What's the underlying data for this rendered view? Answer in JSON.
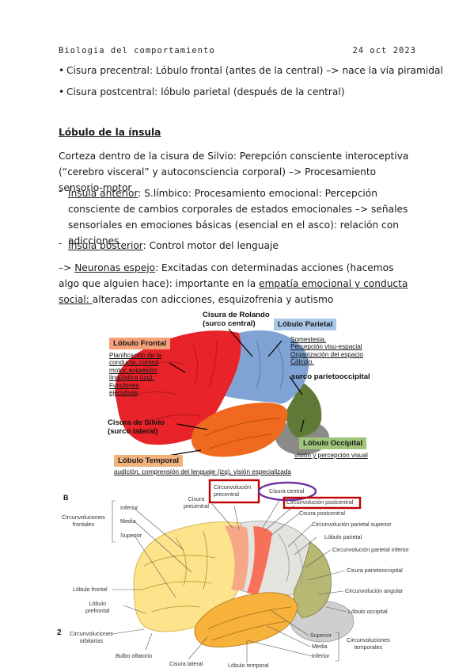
{
  "header": {
    "subject": "Biologia del comportamiento",
    "date": "24 oct 2023"
  },
  "bullets": [
    "Cisura precentral: Lóbulo frontal (antes de la central) –> nace la vía piramidal",
    "Cisura postcentral: lóbulo parietal (después de la central)"
  ],
  "section_title": "Lóbulo de la ínsula",
  "intro": "Corteza dentro de la cisura de Silvio: Perepción consciente interoceptiva (“cerebro visceral” y autoconsciencia corporal) –> Procesamiento sensorio-motor",
  "dash_items": [
    {
      "term": "Ínsula anterior",
      "text": ": S.límbico: Procesamiento emocional: Percepción consciente de cambios corporales de estados emocionales –> señales sensoriales en emociones básicas (esencial en el asco): relación con adicciones"
    },
    {
      "term": "Ínsula posterior",
      "text": ": Control motor del lenguaje"
    }
  ],
  "mirror": {
    "prefix": "–> ",
    "term": "Neuronas espejo",
    "mid": ": Excitadas con determinadas acciones (hacemos algo que alguien hace): importante en la ",
    "term2": "empatía emocional y conducta social: ",
    "end": "alteradas con adicciones, esquizofrenia y autismo"
  },
  "figure1": {
    "rolando": "Cisura de Rolando",
    "rolando_sub": "(surco central)",
    "parietal_tag": "Lóbulo Parietal",
    "parietal_desc": [
      "Somestesia.",
      "Percepción visu-espacial",
      "Organización del espacio",
      "Cálculo."
    ],
    "frontal_tag": "Lóbulo Frontal",
    "frontal_desc": [
      "Planificación de la",
      "conducta, control",
      "motor, expresión",
      "lingüística (izq).",
      "Funciones",
      "ejecutivas"
    ],
    "parieto_occ": "surco parietooccipital",
    "silvio": "Cisura de Silvio",
    "silvio_sub": "(surco lateral)",
    "occipital_tag": "Lóbulo Occipital",
    "occipital_desc": "visión y percepción visual",
    "temporal_tag": "Lóbulo Temporal",
    "temporal_desc": "audición, comprensión del lenguaje (izq), visión especializada",
    "colors": {
      "frontal": "#e8232a",
      "parietal": "#7ea3d4",
      "temporal": "#ef6a1e",
      "occipital": "#5f7a36",
      "frontal_tag": "#f4a07a",
      "parietal_tag": "#a9c8e8",
      "occipital_tag": "#9fc47a",
      "temporal_tag": "#f2b27e"
    }
  },
  "figure2": {
    "letter": "B",
    "page_num": "2",
    "left_labels": [
      "Inferior",
      "Media",
      "Superior"
    ],
    "circ_frontales": [
      "Circunvoluciones",
      "frontales"
    ],
    "lobulo_frontal": "Lóbulo frontal",
    "lobulo_prefrontal": [
      "Lóbulo",
      "prefrontal"
    ],
    "circ_orbitarias": [
      "Circunvoluciones",
      "orbitarias"
    ],
    "bulbo": "Bulbo olfatorio",
    "cisura_lateral": "Cisura lateral",
    "lobulo_temporal": "Lóbulo temporal",
    "cisura_precentral": [
      "Cisura",
      "precentral"
    ],
    "circ_precentral": [
      "Circunvolución",
      "precentral"
    ],
    "cisura_central": "Cisura central",
    "circ_postcentral": "Circunvolución postcentral",
    "right_labels": [
      "Cisura postcentral",
      "Circunvolución parietal superior",
      "Lóbulo parietal",
      "Circunvolución parietal inferior",
      "Cisura parietooccipital",
      "Circunvolución angular",
      "Lóbulo occipital"
    ],
    "temporal_labels": [
      "Superior",
      "Media",
      "Inferior"
    ],
    "circ_temporales": [
      "Circunvoluciones",
      "temporales"
    ]
  }
}
